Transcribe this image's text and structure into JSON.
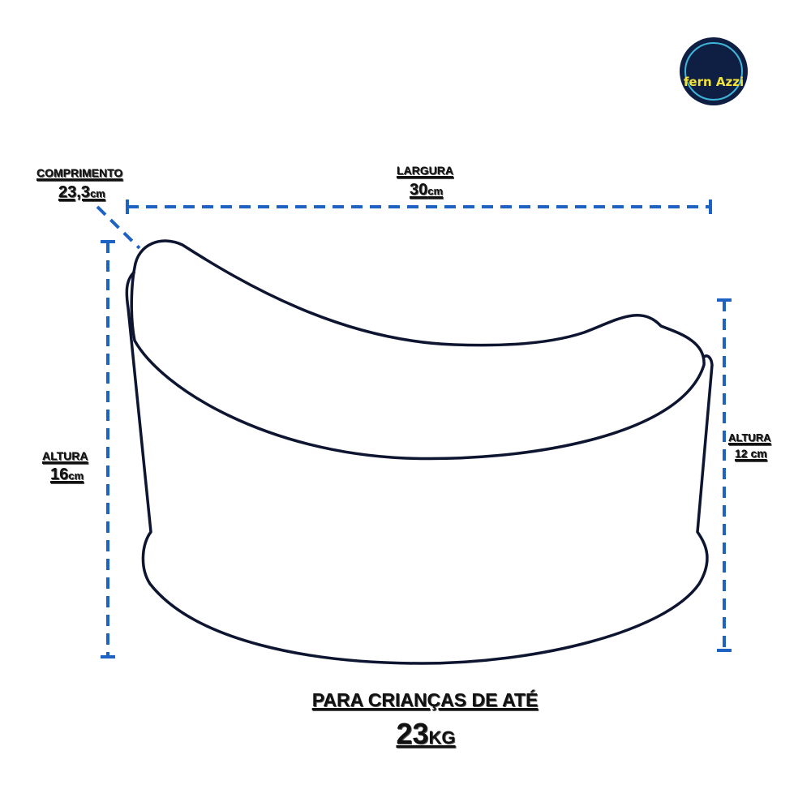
{
  "logo": {
    "text": "fern Azzi"
  },
  "dimensions": {
    "comprimento": {
      "label": "COMPRIMENTO",
      "value": "23,3",
      "unit": "cm"
    },
    "largura": {
      "label": "LARGURA",
      "value": "30",
      "unit": "cm"
    },
    "altura_left": {
      "label": "ALTURA",
      "value": "16",
      "unit": "cm"
    },
    "altura_right": {
      "label": "ALTURA",
      "value": "12 ",
      "unit": "cm"
    }
  },
  "footer": {
    "line1": "PARA CRIANÇAS DE ATÉ",
    "value": "23",
    "unit": "KG"
  },
  "colors": {
    "dimension_line": "#1e63c4",
    "outline": "#0d1530"
  }
}
